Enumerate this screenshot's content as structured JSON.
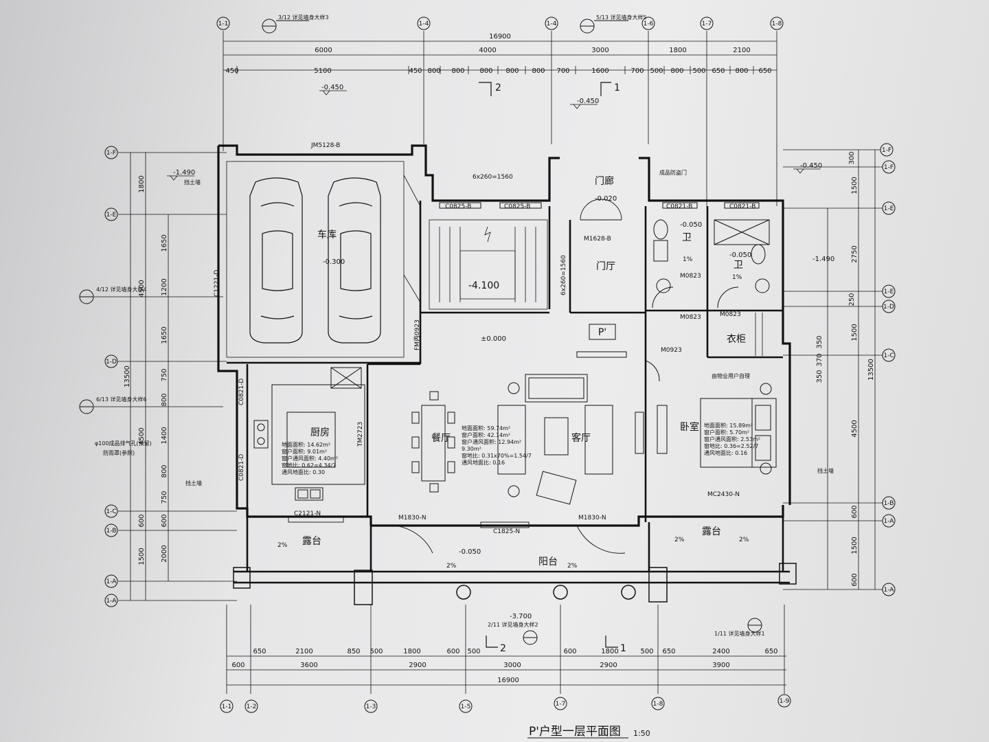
{
  "drawing": {
    "title": "P'户型一层平面图",
    "scale": "1:50",
    "room_badge": "P'"
  },
  "top_dims": {
    "overall": "16900",
    "row2": [
      "6000",
      "4000",
      "3000",
      "1800",
      "2100"
    ],
    "row3": [
      "450",
      "5100",
      "450",
      "800",
      "800",
      "800",
      "800",
      "800",
      "700",
      "1600",
      "700",
      "500",
      "800",
      "500",
      "650",
      "800",
      "650"
    ]
  },
  "bottom_dims": {
    "overall": "16900",
    "row2": [
      "600",
      "3600",
      "2900",
      "3000",
      "2900",
      "3900"
    ],
    "row3": [
      "650",
      "2100",
      "850",
      "500",
      "1800",
      "600",
      "500",
      "600",
      "1800",
      "500",
      "650",
      "2400",
      "650"
    ]
  },
  "left_dims": {
    "overall": "13500",
    "row2": [
      "1800",
      "4500",
      "4500",
      "600",
      "1500"
    ],
    "row3": [
      "1650",
      "1200",
      "1650",
      "750",
      "800",
      "1400",
      "800",
      "750",
      "600",
      "2000"
    ]
  },
  "right_dims": {
    "overall": "13500",
    "row2": [
      "1500",
      "2750",
      "1500",
      "4500",
      "600",
      "1500",
      "600"
    ],
    "row3": [
      "300",
      "250",
      "350",
      "370",
      "350"
    ]
  },
  "axis_labels": {
    "top": [
      "1-1",
      "1-4",
      "1-4",
      "1-6",
      "1-7",
      "1-8"
    ],
    "bottom": [
      "1-1",
      "1-2",
      "1-3",
      "1-5",
      "1-7",
      "1-8",
      "1-9"
    ],
    "left": [
      "1-F",
      "1-E",
      "1-D",
      "1-C",
      "1-B",
      "1-A",
      "1-A"
    ],
    "right": [
      "1-F",
      "1-F",
      "1-E",
      "1-E",
      "1-D",
      "1-C",
      "1-B",
      "1-A",
      "1-A"
    ]
  },
  "rooms": {
    "garage": "车库",
    "porch": "门廊",
    "foyer": "门厅",
    "kitchen": "厨房",
    "dining": "餐厅",
    "living": "客厅",
    "bedroom": "卧室",
    "wardrobe": "衣柜",
    "wc1": "卫",
    "wc2": "卫",
    "terrace_left": "露台",
    "terrace_right": "露台",
    "balcony": "阳台"
  },
  "levels": {
    "garage": "-0.300",
    "porch": "-0.020",
    "stair": "-4.100",
    "living": "±0.000",
    "top_left": "-0.450",
    "top_mid": "-0.450",
    "top_right": "-0.450",
    "left": "-1.490",
    "right": "-1.490",
    "balcony": "-0.050",
    "bottom": "-3.700",
    "wc1": "-0.050",
    "wc2": "-0.050"
  },
  "door_window_tags": {
    "garage_door": "JM5128-B",
    "c0825a": "C0825-B",
    "c0825b": "C0825-B",
    "c0821a": "C0821-B",
    "c0821b": "C0821-B",
    "entry": "M1628-B",
    "m0823a": "M0823",
    "m0823b": "M0823",
    "m0823c": "M0823",
    "m0923a": "M0923",
    "fm": "FM丙0923",
    "kitchen_door": "TM2723",
    "c2121": "C2121-N",
    "m1830a": "M1830-N",
    "m1830b": "M1830-N",
    "c1825": "C1825-N",
    "mc2430": "MC2430-N",
    "c1221": "C1221-D",
    "c0821c": "C0821-D",
    "c0821d": "C0821-D",
    "stair_steps": "6x260=1560",
    "stair_steps_v": "6x260=1560"
  },
  "notes": {
    "kitchen_area": "地面面积: 14.62m²",
    "kitchen_win": "窗户面积: 9.01m²",
    "kitchen_vent": "窗户通风面积: 4.40m²",
    "kitchen_ratio": "窗地比: 0.62=4.34/7",
    "kitchen_vratio": "通风地面比: 0.30",
    "living_area": "地面面积: 59.74m²",
    "living_win": "窗户面积: 42.14m²",
    "living_vent": "窗户通风面积: 12.94m²",
    "living_vent2": "9.30m²",
    "living_ratio": "窗地比: 0.31x70%=1.54/7",
    "living_vratio": "通风地面比: 0.16",
    "bed_area": "地面面积: 15.89m²",
    "bed_win": "窗户面积: 5.70m²",
    "bed_vent": "窗户通风面积: 2.53m²",
    "bed_ratio": "窗地比: 0.36=2.52/7",
    "bed_vratio": "通风地面比: 0.16",
    "gas": "φ100成品排气孔(预留)",
    "gas2": "防雨罩(参照)",
    "retaining_left": "挡土墙",
    "retaining_right": "挡土墙",
    "retaining_top": "挡土墙",
    "ref_top_left": "3/12 详见墙身大样3",
    "ref_top_mid": "5/13 详见墙身大样5",
    "ref_left_a": "4/12 详见墙身大样4",
    "ref_left_b": "6/13 详见墙身大样6",
    "ref_bottom": "2/11 详见墙身大样2",
    "ref_bottom_right": "1/11 详见墙身大样1",
    "door_mech": "成品防盗门",
    "closet_note": "由物业用户自理"
  },
  "slopes": [
    "2%",
    "2%",
    "2%",
    "2%",
    "2%",
    "1%",
    "1%"
  ],
  "section_marks": [
    "2",
    "1",
    "2",
    "1"
  ]
}
